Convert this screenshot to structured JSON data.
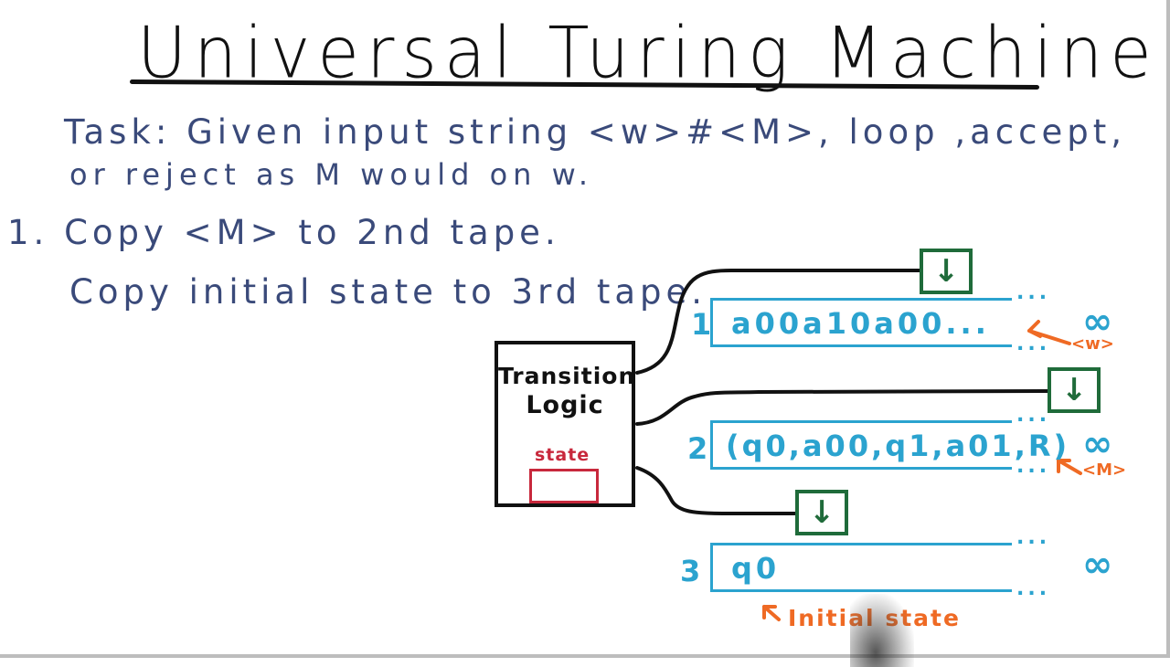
{
  "title": "Universal Turing Machine",
  "task": {
    "line1": "Task: Given input string  <w>#<M>, loop ,accept,",
    "line2": "or reject as M would on w."
  },
  "steps": [
    {
      "number": "1.",
      "text": "1. Copy <M>  to 2nd tape."
    },
    {
      "text": "Copy initial state to 3rd tape."
    }
  ],
  "transition_logic": {
    "label_line1": "Transition",
    "label_line2": "Logic",
    "state_label": "state"
  },
  "tapes": [
    {
      "number": "1",
      "content": "a00a10a00...",
      "end_dots": "...",
      "infinity": "∞",
      "annotation": "<w>",
      "annotation_arrow": "←"
    },
    {
      "number": "2",
      "content": "(q0,a00,q1,a01,R)",
      "end_dots": "...",
      "infinity": "∞",
      "annotation": "<M>",
      "annotation_arrow": "↖"
    },
    {
      "number": "3",
      "content": "q0",
      "end_dots": "...",
      "infinity": "∞",
      "annotation": "Initial state",
      "annotation_arrow": "↖"
    }
  ],
  "heads": [
    {
      "tape": 1,
      "icon": "↓"
    },
    {
      "tape": 2,
      "icon": "↓"
    },
    {
      "tape": 3,
      "icon": "↓"
    }
  ],
  "colors": {
    "title": "#111111",
    "handwriting": "#3a4a7a",
    "tape": "#2ba3cf",
    "head": "#1f6b3a",
    "state": "#c8283c",
    "annotation": "#ef6a24"
  }
}
